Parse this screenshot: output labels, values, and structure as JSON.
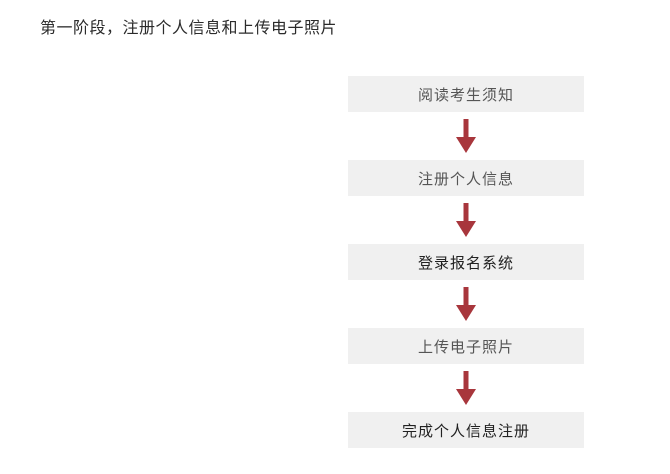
{
  "heading": "第一阶段，注册个人信息和上传电子照片",
  "steps": [
    {
      "label": "阅读考生须知"
    },
    {
      "label": "注册个人信息"
    },
    {
      "label": "登录报名系统"
    },
    {
      "label": "上传电子照片"
    },
    {
      "label": "完成个人信息注册"
    }
  ],
  "colors": {
    "arrow": "#a8363c",
    "step_background": "#f0f0f0"
  }
}
